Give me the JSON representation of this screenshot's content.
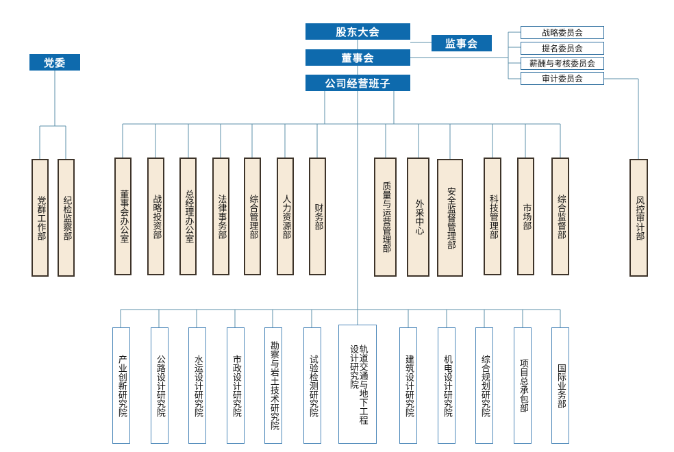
{
  "top": {
    "shareholders": "股东大会",
    "supervisors": "监事会",
    "board": "董事会",
    "management": "公司经营班子",
    "party": "党委"
  },
  "committees": [
    "战略委员会",
    "提名委员会",
    "薪酬与考核委员会",
    "审计委员会"
  ],
  "party_depts": [
    "党群工作部",
    "纪检监察部"
  ],
  "depts_left": [
    "董事会办公室",
    "战略投资部",
    "总经理办公室",
    "法律事务部",
    "综合管理部",
    "人力资源部",
    "财务部"
  ],
  "depts_right": [
    "质量与运营管理部",
    "外采中心",
    "安全监督管理部",
    "科技管理部",
    "市场部",
    "综合监督部"
  ],
  "risk_dept": "风控审计部",
  "institutes": [
    "产业创新研究院",
    "公路设计研究院",
    "水运设计研究院",
    "市政设计研究院",
    "勘察与岩土技术研究院",
    "试验检测研究院",
    "轨道交通与地下工程\n设计研究院",
    "建筑设计研究院",
    "机电设计研究院",
    "综合规划研究院",
    "项目总承包部",
    "国际业务部"
  ]
}
